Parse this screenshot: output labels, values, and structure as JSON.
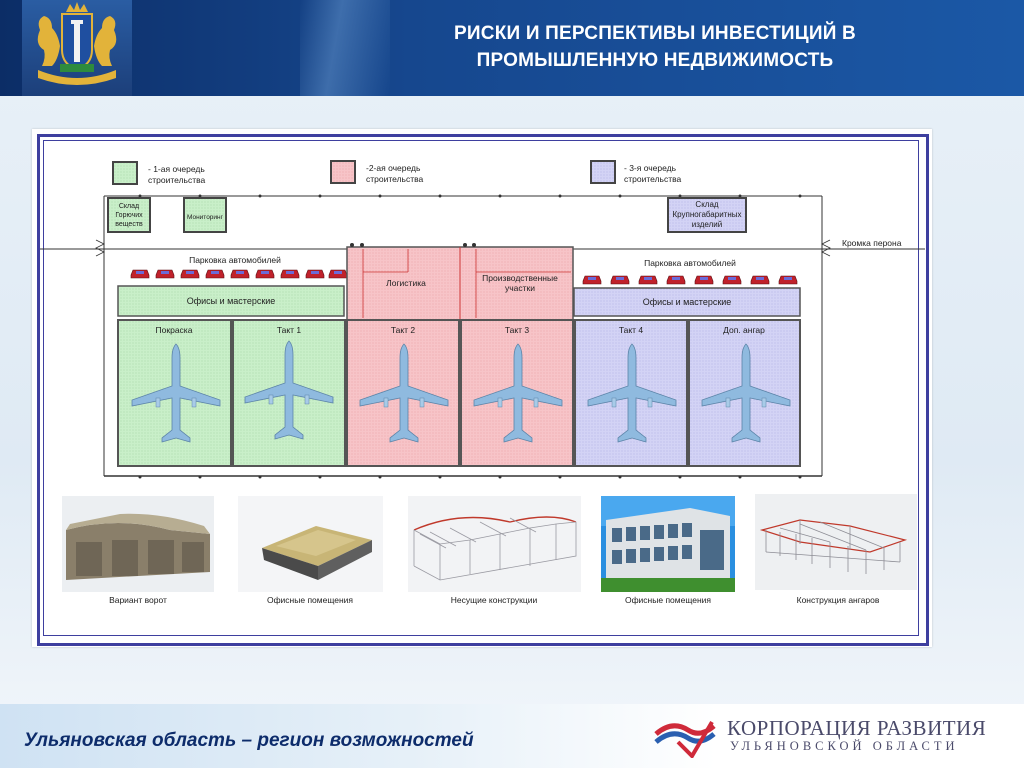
{
  "header": {
    "title_line1": "РИСКИ И ПЕРСПЕКТИВЫ ИНВЕСТИЦИЙ В",
    "title_line2": "ПРОМЫШЛЕННУЮ НЕДВИЖИМОСТЬ"
  },
  "legend": [
    {
      "line1": "- 1-ая очередь",
      "line2": "строительства",
      "color": "#c9efc9"
    },
    {
      "line1": "-2-ая очередь",
      "line2": "строительства",
      "color": "#f7c4c8"
    },
    {
      "line1": "- 3-я очередь",
      "line2": "строительства",
      "color": "#d3d3f5"
    }
  ],
  "plan": {
    "sklad_gsm": [
      "Склад",
      "Горючих",
      "веществ"
    ],
    "monitor": "Мониторинг",
    "sklad_large": [
      "Склад",
      "Крупногабаритных",
      "изделий"
    ],
    "kromka": "Кромка перона",
    "parking_left": "Парковка автомобилей",
    "parking_right": "Парковка автомобилей",
    "offices_left": "Офисы и мастерские",
    "offices_right": "Офисы и мастерские",
    "logistics": "Логистика",
    "production": [
      "Производственные",
      "участки"
    ],
    "hangars": [
      "Покраска",
      "Такт 1",
      "Такт 2",
      "Такт 3",
      "Такт 4",
      "Доп. ангар"
    ]
  },
  "photos": [
    {
      "caption": "Вариант ворот"
    },
    {
      "caption": "Офисные помещения"
    },
    {
      "caption": "Несущие конструкции"
    },
    {
      "caption": "Офисные помещения"
    },
    {
      "caption": "Конструкция ангаров"
    }
  ],
  "footer": {
    "slogan": "Ульяновская область – регион возможностей",
    "corp_line1": "КОРПОРАЦИЯ РАЗВИТИЯ",
    "corp_line2": "УЛЬЯНОВСКОЙ ОБЛАСТИ"
  },
  "colors": {
    "green_zone": "#c9efc9",
    "pink_zone": "#f7c4c8",
    "blue_zone": "#d3d3f5",
    "airplane": "#8fbadf",
    "car": "#c0212b",
    "header_blue": "#16478e"
  }
}
